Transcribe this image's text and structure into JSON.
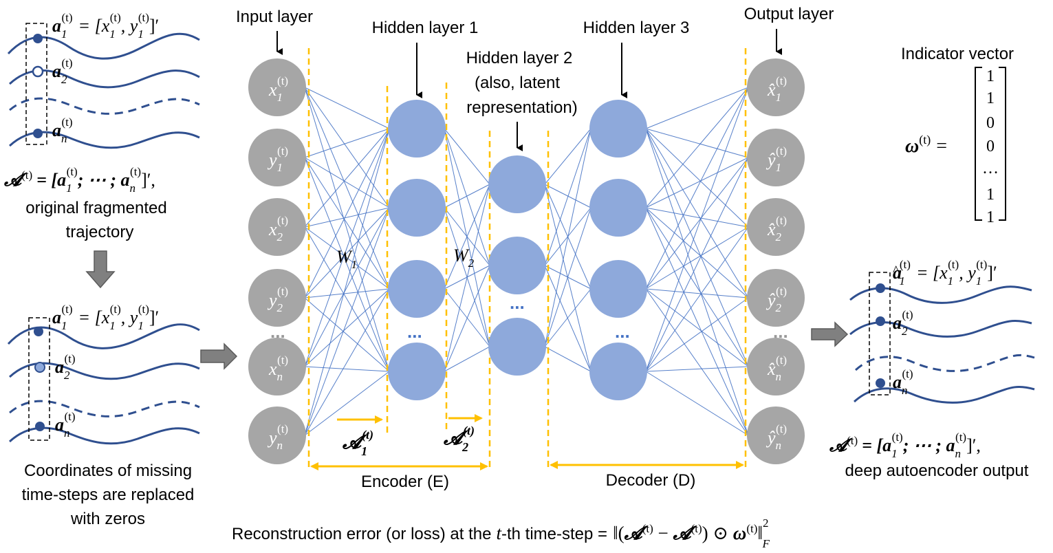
{
  "layers": {
    "input": "Input layer",
    "hidden1": "Hidden layer 1",
    "hidden2_line1": "Hidden layer 2",
    "hidden2_line2": "(also, latent",
    "hidden2_line3": "representation)",
    "hidden3": "Hidden layer 3",
    "output": "Output layer"
  },
  "input_nodes": [
    {
      "base": "x",
      "sub": "1",
      "sup": "(t)"
    },
    {
      "base": "y",
      "sub": "1",
      "sup": "(t)"
    },
    {
      "base": "x",
      "sub": "2",
      "sup": "(t)"
    },
    {
      "base": "y",
      "sub": "2",
      "sup": "(t)"
    },
    {
      "base": "x",
      "sub": "n",
      "sup": "(t)"
    },
    {
      "base": "y",
      "sub": "n",
      "sup": "(t)"
    }
  ],
  "output_nodes": [
    {
      "base": "x̂",
      "sub": "1",
      "sup": "(t)"
    },
    {
      "base": "ŷ",
      "sub": "1",
      "sup": "(t)"
    },
    {
      "base": "x̂",
      "sub": "2",
      "sup": "(t)"
    },
    {
      "base": "ŷ",
      "sub": "2",
      "sup": "(t)"
    },
    {
      "base": "x̂",
      "sub": "n",
      "sup": "(t)"
    },
    {
      "base": "ŷ",
      "sub": "n",
      "sup": "(t)"
    }
  ],
  "ellipsis": "...",
  "weights": {
    "w1": "W",
    "w1_sub": "1",
    "w2": "W",
    "w2_sub": "2"
  },
  "encoded": {
    "a1": "𝓐",
    "a1_sub": "1",
    "a1_sup": "(t)",
    "a2": "𝓐",
    "a2_sub": "2",
    "a2_sup": "(t)"
  },
  "encoder_label": "Encoder (E)",
  "decoder_label": "Decoder (D)",
  "left_top": {
    "eq_a1": "a",
    "eq_a1_rhs": "= [x",
    "eq_a1_rhs2": ", y",
    "eq_a1_rhs3": "]′",
    "a2": "a",
    "an": "a",
    "caption_eq": "𝓐",
    "caption_eq_rhs": "= [a",
    "caption_eq_mid": "; ⋯ ; a",
    "caption_eq_end": "]′,",
    "caption_line1": "original fragmented",
    "caption_line2": "trajectory"
  },
  "left_bottom": {
    "caption_line1": "Coordinates of missing",
    "caption_line2": "time-steps are replaced",
    "caption_line3": "with zeros"
  },
  "right": {
    "indicator_title": "Indicator vector",
    "omega": "ω",
    "omega_sup": "(t)",
    "equals": "=",
    "vector": [
      "1",
      "1",
      "0",
      "0",
      "…",
      "1",
      "1"
    ],
    "caption_line1": "deep autoencoder output"
  },
  "sup_t": "(t)",
  "sub_1": "1",
  "sub_2": "2",
  "sub_n": "n",
  "loss": {
    "text": "Reconstruction error (or loss) at the",
    "t": "t",
    "text2": "-th time-step =",
    "norm_sup": "2",
    "norm_sub": "F"
  },
  "colors": {
    "grey_node": "#a6a6a6",
    "blue_node": "#8ea9db",
    "edge": "#4472c4",
    "accent": "#ffc000",
    "arrow_grey": "#7f7f7f"
  }
}
